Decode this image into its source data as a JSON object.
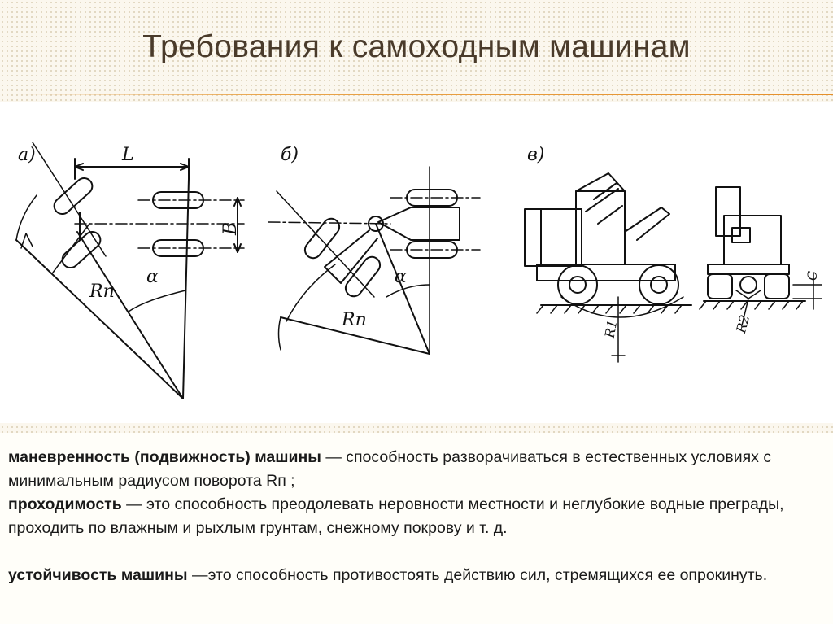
{
  "title": "Требования к самоходным машинам",
  "figure": {
    "panel_a": {
      "label": "а)",
      "L": "L",
      "B": "В",
      "alpha": "α",
      "Rn": "Rп"
    },
    "panel_b": {
      "label": "б)",
      "alpha": "α",
      "Rn": "Rп"
    },
    "panel_c": {
      "label": "в)",
      "R1": "R1",
      "R2": "R2",
      "C": "С"
    }
  },
  "definitions": [
    {
      "term": "маневренность (подвижность) машины",
      "text": " — способность разворачиваться в естественных условиях с минимальным радиусом поворота Rп ;"
    },
    {
      "term": "проходимость",
      "text": " — это способность преодолевать неровности местности и неглубокие водные преграды, проходить по влажным и рыхлым грунтам, снежному покрову и т. д."
    },
    {
      "term": "устойчивость машины",
      "text": " —это способность противостоять действию сил, стремящихся ее опрокинуть."
    }
  ]
}
